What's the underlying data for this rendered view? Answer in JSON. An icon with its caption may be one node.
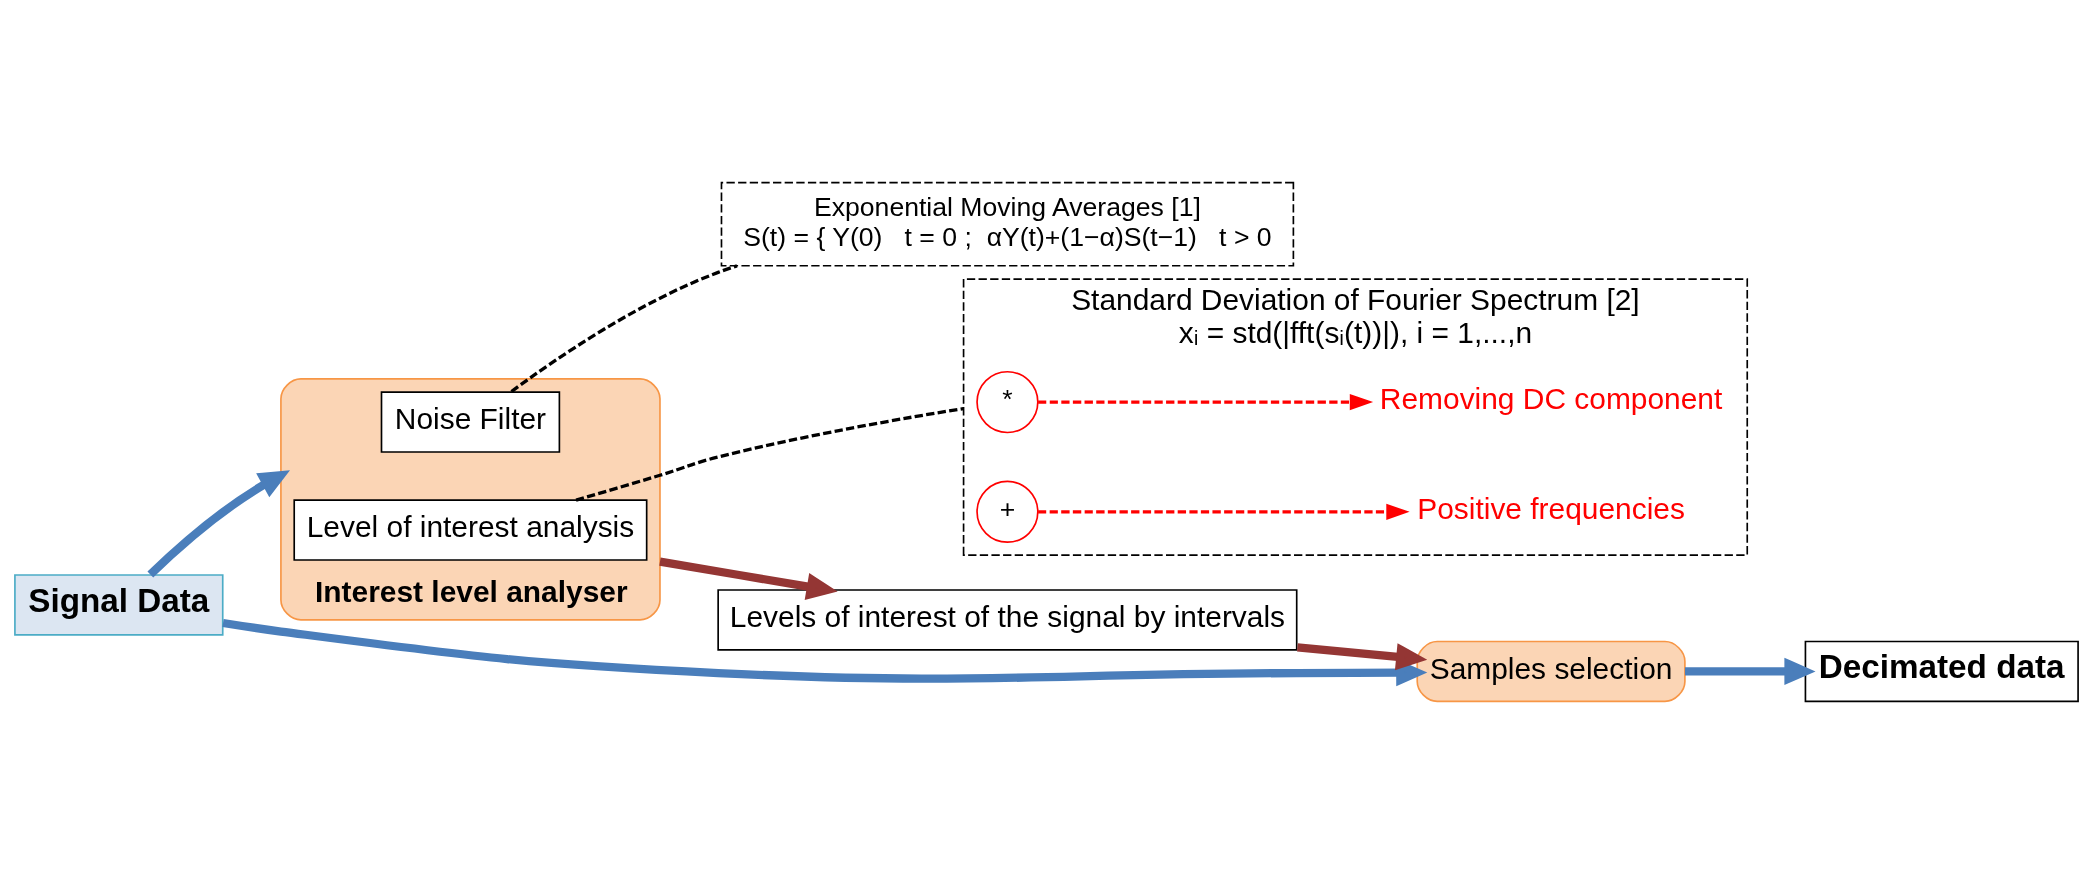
{
  "diagram": {
    "nodes": [
      {
        "text": [
          "Signal Data"
        ]
      },
      {
        "text": [
          "Interest level analyser"
        ]
      },
      {
        "text": [
          "Noise Filter"
        ],
        "in": 1
      },
      {
        "text": [
          "Level of interest analysis"
        ],
        "in": 1
      },
      {
        "text": [
          "Levels of interest of the signal by intervals"
        ]
      },
      {
        "text": [
          "Samples selection"
        ]
      },
      {
        "text": [
          "Decimated data"
        ]
      },
      {
        "text": [
          "Exponential Moving Averages [1]",
          "S(t) = { Y(0)   t = 0 ;  αY(t)+(1−α)S(t−1)   t > 0"
        ]
      },
      {
        "text": [
          "Standard Deviation of Fourier Spectrum [2]",
          "xᵢ = std(|fft(sᵢ(t))|), i = 1,...,n"
        ]
      },
      {
        "text": [
          "*"
        ],
        "in": 8
      },
      {
        "text": [
          "+"
        ],
        "in": 8
      },
      {
        "text": [
          "Removing DC component"
        ],
        "in": 8
      },
      {
        "text": [
          "Positive frequencies"
        ],
        "in": 8
      }
    ],
    "edges": [
      {
        "from": 0,
        "to": 5,
        "arrow": "to"
      },
      {
        "from": 0,
        "to": 1,
        "arrow": "to"
      },
      {
        "from": 1,
        "to": 4,
        "arrow": "to",
        "color": "#943634"
      },
      {
        "from": 4,
        "to": 5,
        "arrow": "to",
        "color": "#943634"
      },
      {
        "from": 5,
        "to": 6,
        "arrow": "to"
      },
      {
        "from": 2,
        "to": 7,
        "arrow": "none",
        "style": "dashed",
        "color": "#000000"
      },
      {
        "from": 3,
        "to": 8,
        "arrow": "none",
        "style": "dashed",
        "color": "#000000"
      },
      {
        "from": 9,
        "to": 11,
        "arrow": "to",
        "style": "dashed",
        "color": "#ff0000"
      },
      {
        "from": 10,
        "to": 12,
        "arrow": "to",
        "style": "dashed",
        "color": "#ff0000"
      }
    ]
  }
}
